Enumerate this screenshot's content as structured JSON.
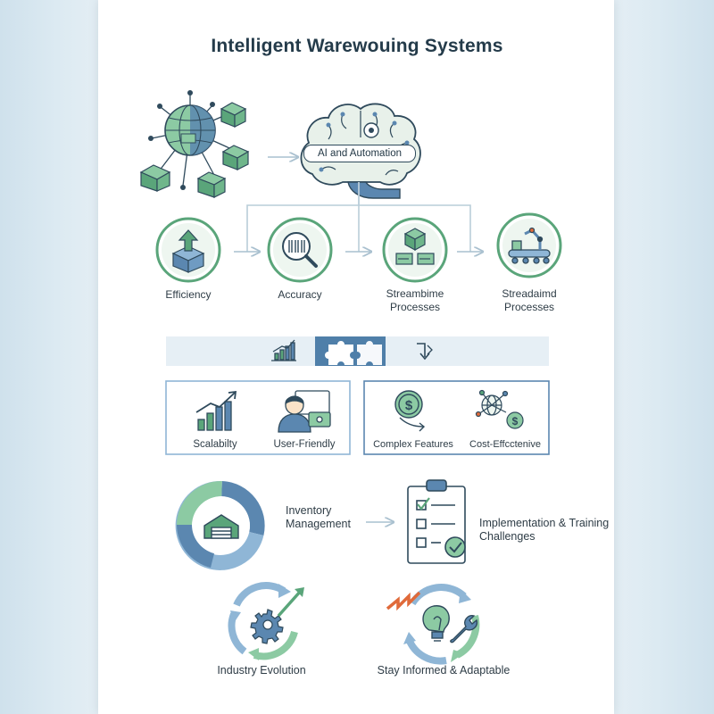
{
  "title": "Intelligent Warewouing Systems",
  "ai_label": "AI and Automation",
  "benefits": [
    {
      "label": "Efficiency",
      "icon": "box-up-arrow-icon"
    },
    {
      "label": "Accuracy",
      "icon": "barcode-magnifier-icon"
    },
    {
      "label": "Streambime\nProcesses",
      "icon": "boxes-icon"
    },
    {
      "label": "Streadaimd\nProcesses",
      "icon": "robot-arm-conveyor-icon"
    }
  ],
  "toolbar_icons": [
    "growth-chart-icon",
    "puzzle-icon",
    "arrow-down-icon"
  ],
  "features": [
    {
      "label": "Scalabilty",
      "icon": "bar-growth-icon"
    },
    {
      "label": "User-Friendly",
      "icon": "user-screen-icon"
    },
    {
      "label": "Complex Features",
      "icon": "dollar-coin-icon"
    },
    {
      "label": "Cost-Effcctenive",
      "icon": "network-dollar-icon"
    }
  ],
  "inventory_label": "Inventory\nManagement",
  "implementation_label": "Implementation & Training\nChallenges",
  "evolution_label": "Industry Evolution",
  "informed_label": "Stay Informed & Adaptable",
  "colors": {
    "green": "#5aa57a",
    "green_light": "#8ccaa3",
    "blue": "#5b87b0",
    "blue_light": "#8fb6d6",
    "navy": "#2f4a5c",
    "line": "#b9cdd9",
    "panel": "#e6eff5"
  }
}
